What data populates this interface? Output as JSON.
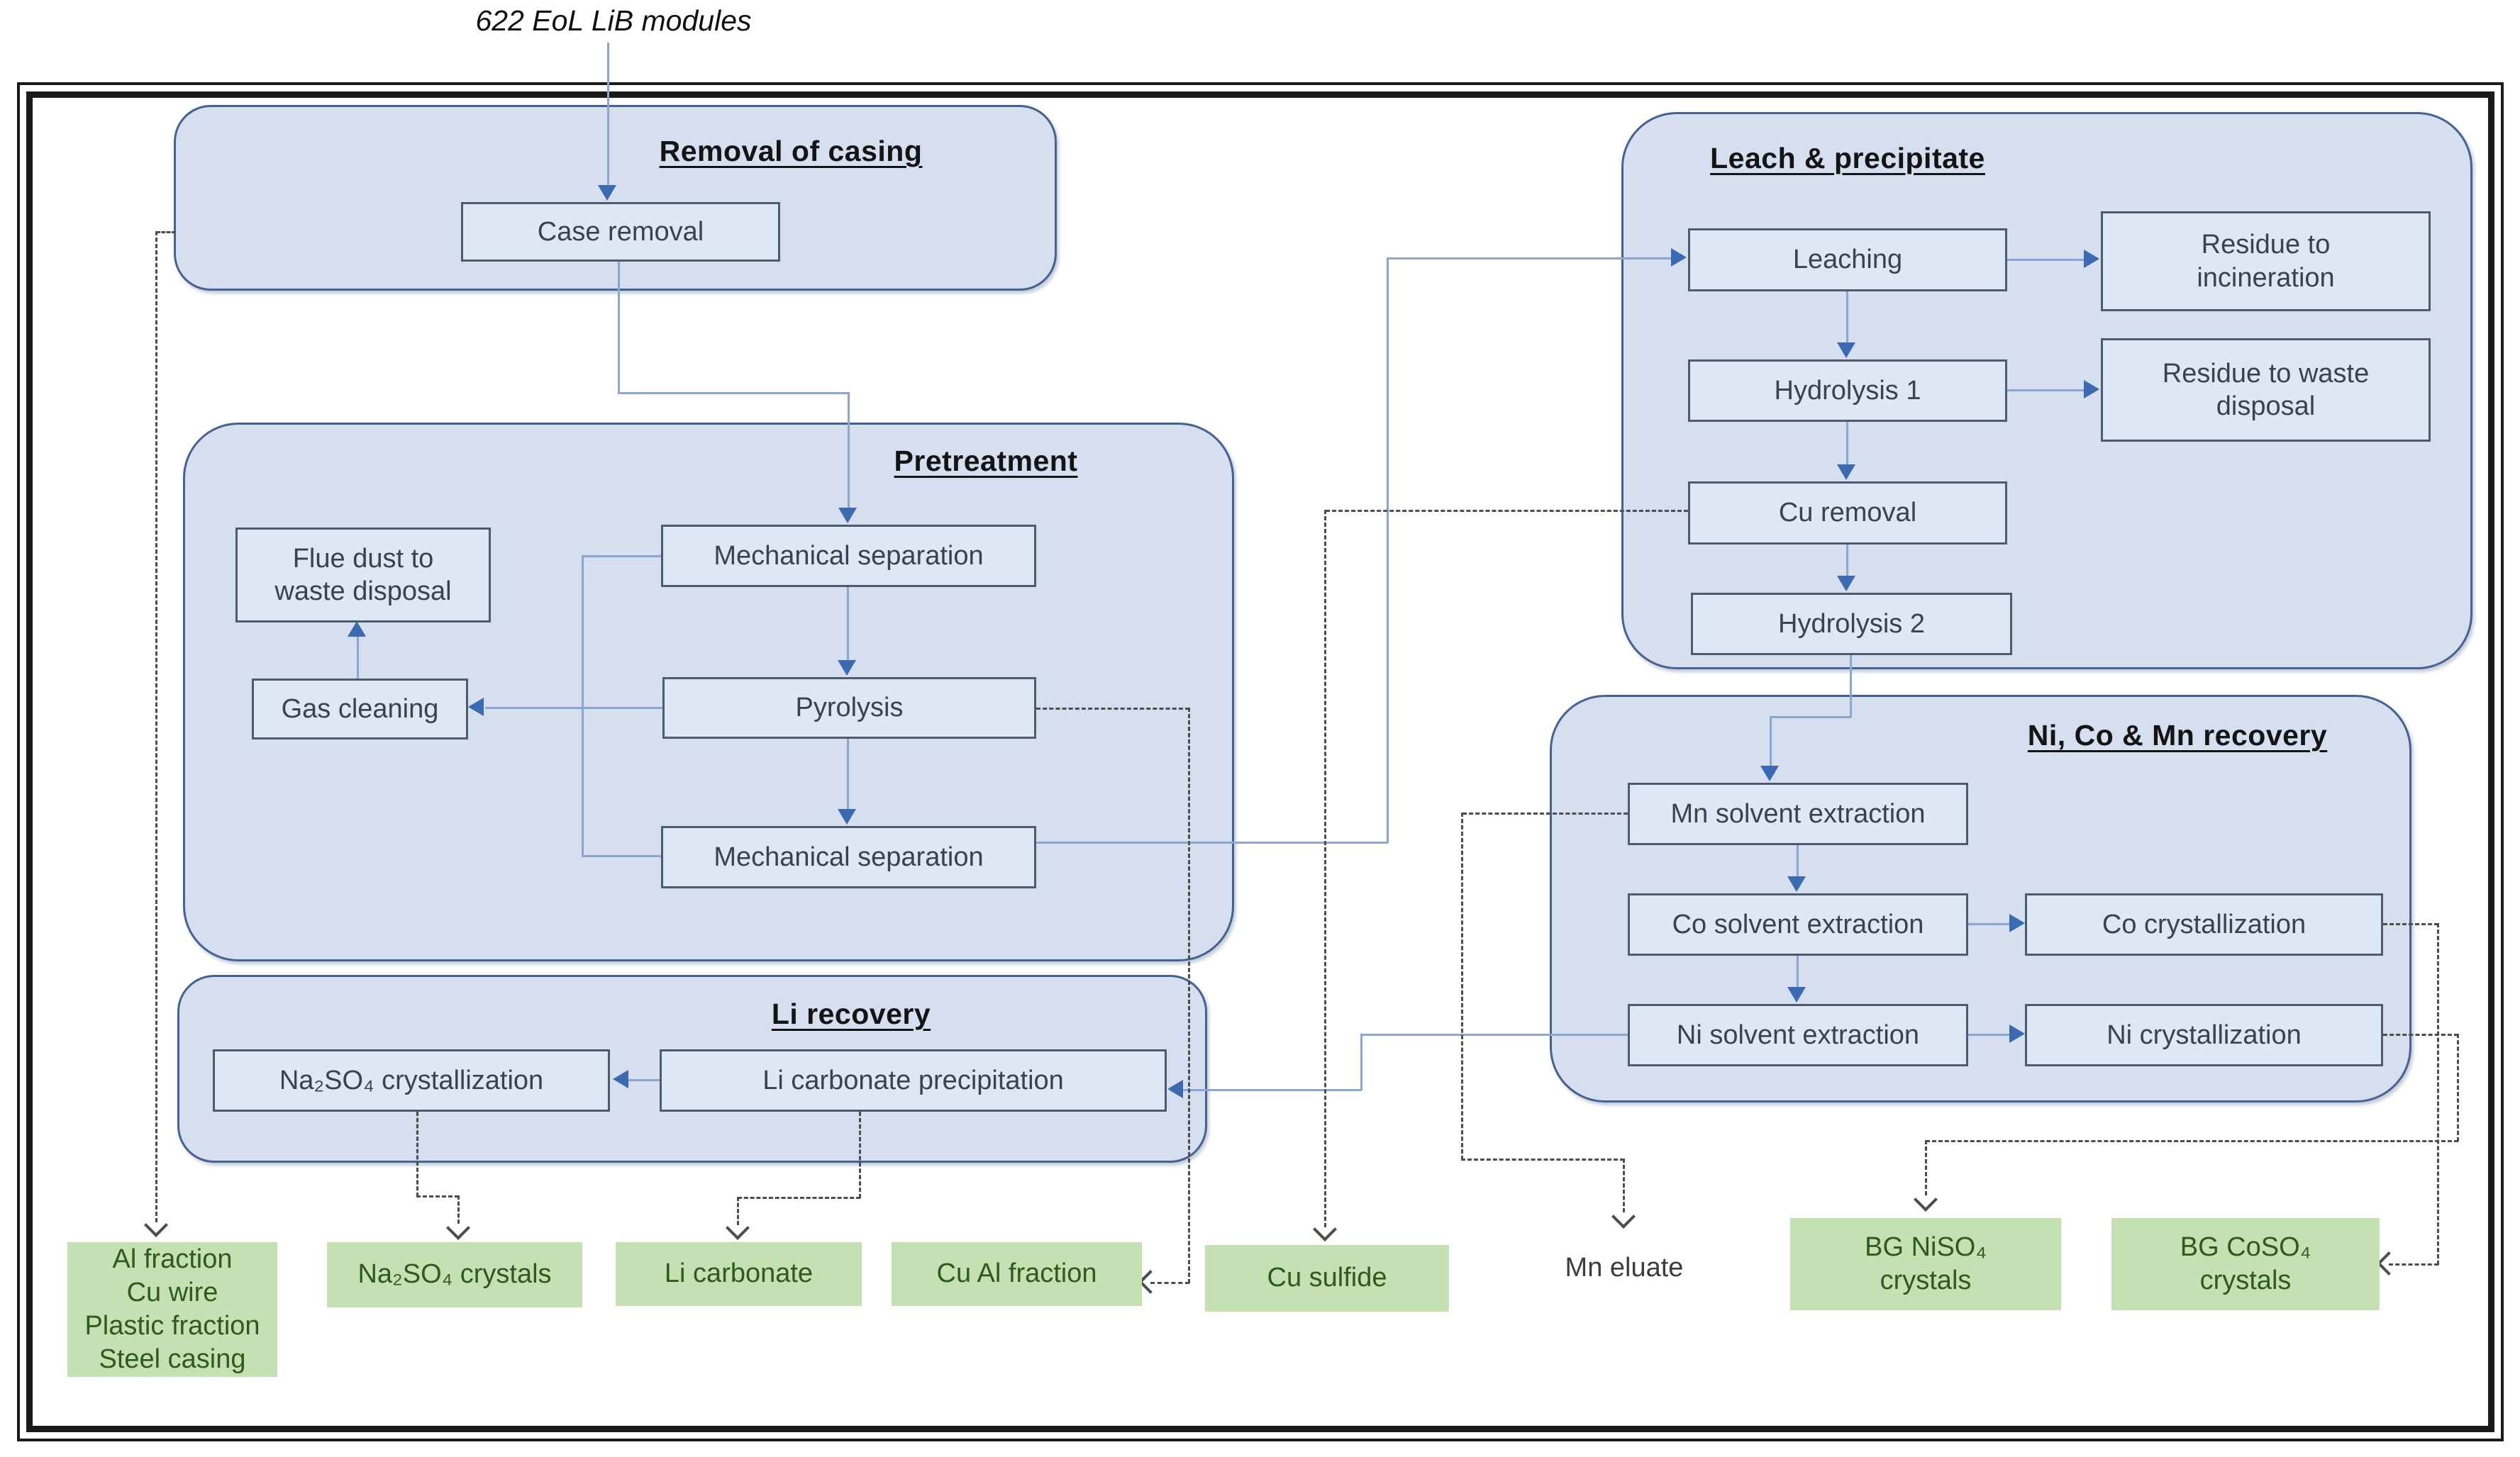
{
  "top_label": "622 EoL LiB modules",
  "groups": {
    "removal": {
      "title": "Removal of casing"
    },
    "pretreatment": {
      "title": "Pretreatment"
    },
    "leach": {
      "title": "Leach & precipitate"
    },
    "recovery": {
      "title": "Ni, Co & Mn recovery"
    },
    "li_recovery": {
      "title": "Li recovery"
    }
  },
  "boxes": {
    "case_removal": "Case removal",
    "flue_dust": "Flue dust to\nwaste disposal",
    "mech_sep_1": "Mechanical separation",
    "gas_cleaning": "Gas cleaning",
    "pyrolysis": "Pyrolysis",
    "mech_sep_2": "Mechanical separation",
    "leaching": "Leaching",
    "residue_incineration": "Residue to\nincineration",
    "hydrolysis_1": "Hydrolysis 1",
    "residue_waste": "Residue to waste\ndisposal",
    "cu_removal": "Cu removal",
    "hydrolysis_2": "Hydrolysis 2",
    "mn_solvent_extraction": "Mn solvent extraction",
    "co_solvent_extraction": "Co solvent extraction",
    "ni_solvent_extraction": "Ni solvent extraction",
    "co_crystallization": "Co crystallization",
    "ni_crystallization": "Ni crystallization",
    "na2so4_crystallization": "Na₂SO₄ crystallization",
    "li_carbonate_precipitation": "Li carbonate precipitation"
  },
  "outputs": {
    "al_fraction": "Al fraction\nCu wire\nPlastic fraction\nSteel casing",
    "na2so4_crystals": "Na₂SO₄ crystals",
    "li_carbonate": "Li carbonate",
    "cu_al_fraction": "Cu Al fraction",
    "cu_sulfide": "Cu sulfide",
    "mn_eluate": "Mn eluate",
    "bg_niso4_crystals": "BG NiSO₄\ncrystals",
    "bg_coso4_crystals": "BG CoSO₄\ncrystals"
  },
  "colors": {
    "group_fill": "#d5dff0",
    "group_border": "#46628f",
    "process_box_fill": "#dee7f4",
    "process_box_border": "#4d5b6e",
    "output_box_fill": "#c5e0b3",
    "output_text": "#2f5a1d",
    "connector_line": "#8ba6d1",
    "arrowhead": "#3c6ab0",
    "dashed_line": "#4d4d4d",
    "frame": "#1b1b1b"
  }
}
